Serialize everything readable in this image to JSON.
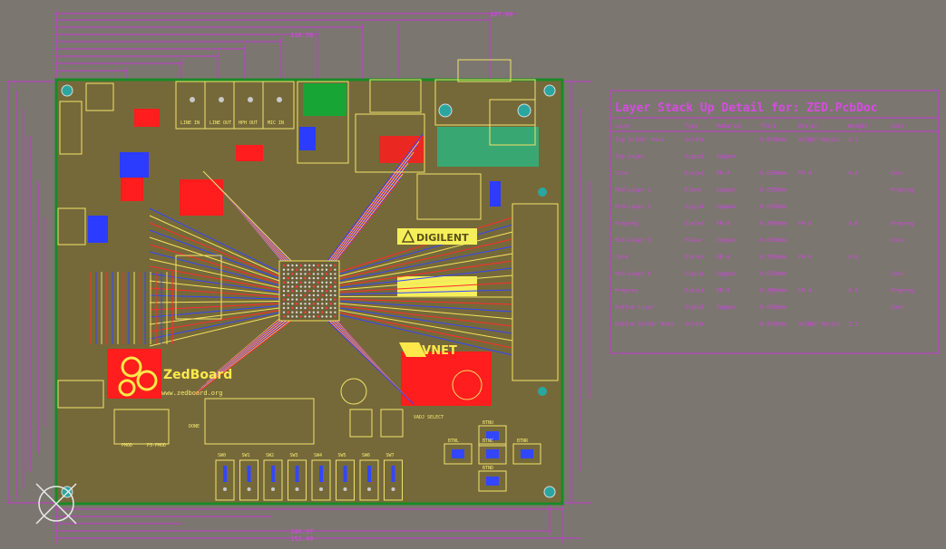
{
  "app": {
    "view": "PCB Editor 2D board view",
    "board_file": "ZED.PcbDoc"
  },
  "colors": {
    "background": "#7c7670",
    "board": "#75693a",
    "board_outline": "#1a8a27",
    "dimension": "#c23ad1",
    "silkscreen": "#f1e26a",
    "top_copper": "#ff1d1d",
    "bottom_copper": "#2b3cff"
  },
  "stackup": {
    "title": "Layer Stack Up Detail for: ZED.PcbDoc",
    "headers": [
      "Layer",
      "Type",
      "Material",
      "Thick",
      "Dielec",
      "Weight",
      "Coat"
    ],
    "rows": [
      [
        "Top Solder Mask",
        "Solder",
        "",
        "0.0100mm",
        "Solder Resist",
        "3.5",
        ""
      ],
      [
        "Top Layer",
        "Signal",
        "Copper",
        "",
        "",
        "",
        ""
      ],
      [
        "Core",
        "Dielec",
        "FR-4",
        "0.0360mm",
        "FR-4",
        "4.8",
        "Core"
      ],
      [
        "Mid-Layer 1",
        "Plane",
        "Copper",
        "0.0350mm",
        "",
        "",
        "Prepreg"
      ],
      [
        "Mid-Layer 2",
        "Signal",
        "Copper",
        "0.0350mm",
        "",
        "",
        ""
      ],
      [
        "Prepreg",
        "Dielec",
        "FR-4",
        "0.2000mm",
        "FR-4",
        "4.8",
        "Prepreg"
      ],
      [
        "Mid-Layer 3",
        "Plane",
        "Copper",
        "0.0350mm",
        "",
        "",
        "Core"
      ],
      [
        "Core",
        "Dielec",
        "FR-4",
        "0.2000mm",
        "FR-4",
        "4.8",
        ""
      ],
      [
        "Mid-Layer 4",
        "Signal",
        "Copper",
        "0.0350mm",
        "",
        "",
        "Core"
      ],
      [
        "Prepreg",
        "Dielec",
        "FR-4",
        "0.2000mm",
        "FR-4",
        "4.8",
        "Prepreg"
      ],
      [
        "Bottom Layer",
        "Signal",
        "Copper",
        "0.0360mm",
        "",
        "",
        "Core"
      ],
      [
        "Bottom Solder Mask",
        "Solder",
        "",
        "0.0100mm",
        "Solder Resist",
        "3.5",
        ""
      ]
    ]
  },
  "board_labels": {
    "digilent": "DIGILENT",
    "avnet": "AVNET",
    "zedboard": "ZedBoard",
    "zedboard_url": "www.zedboard.org",
    "pmod1": "PMOD",
    "pmod2": "PS-PMOD",
    "done": "DONE",
    "vadj_select": "VADJ SELECT"
  },
  "connector_labels": [
    "LINE IN",
    "LINE OUT",
    "HPH OUT",
    "MIC IN"
  ],
  "switch_labels": [
    "SW0",
    "SW1",
    "SW2",
    "SW3",
    "SW4",
    "SW5",
    "SW6",
    "SW7"
  ],
  "button_labels": [
    "BTNU",
    "BTNL",
    "BTNC",
    "BTNR",
    "BTND"
  ],
  "dim_values": {
    "top1": "127.00",
    "top2": "110.76",
    "bottom1": "152.40",
    "bottom2": "140.97"
  }
}
